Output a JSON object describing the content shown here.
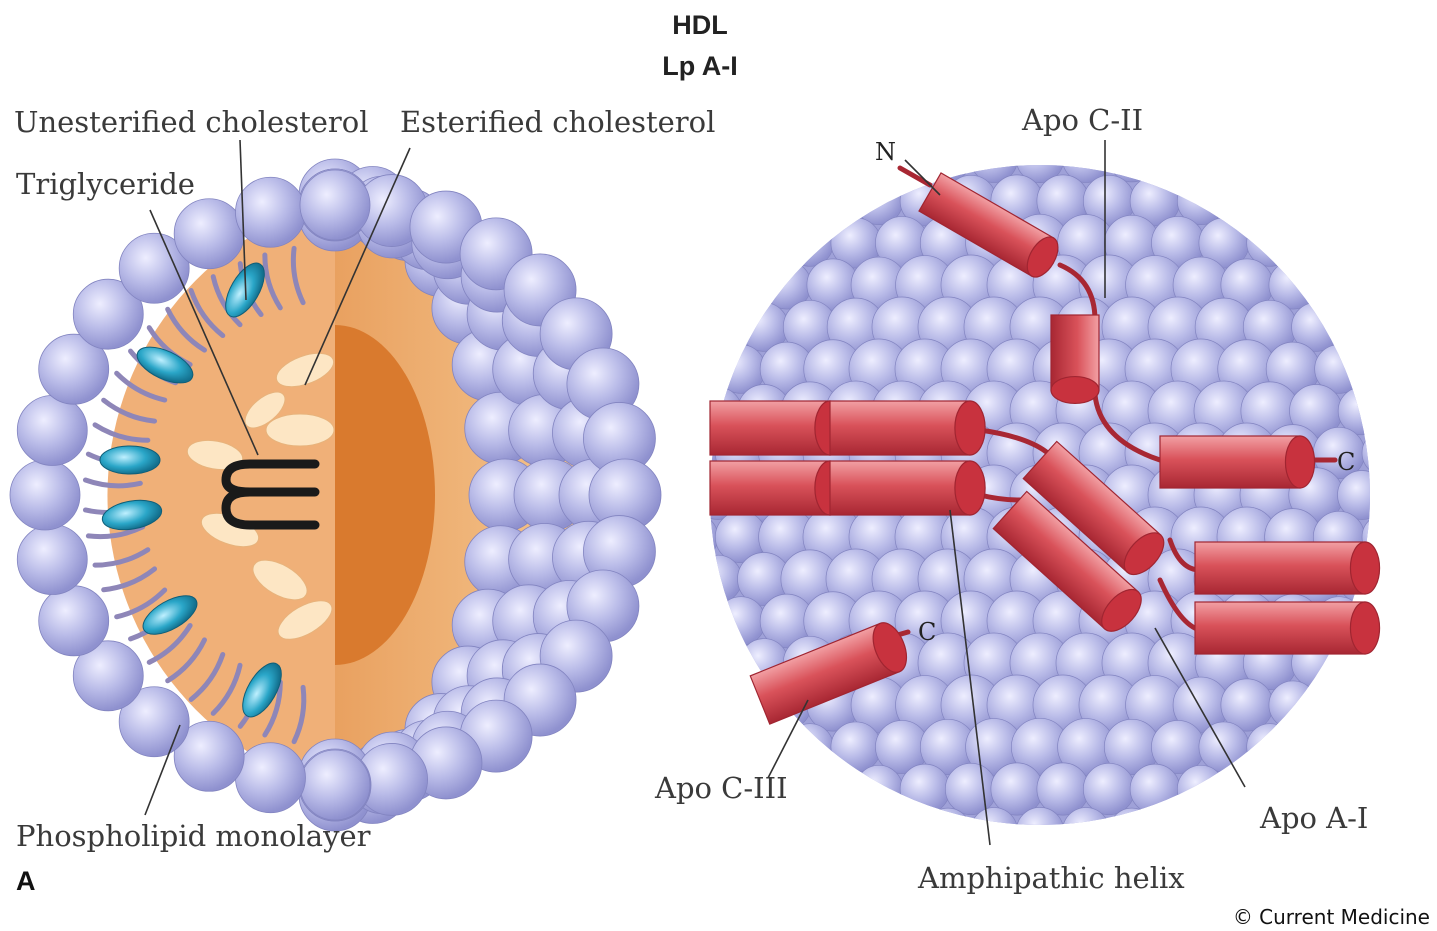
{
  "title": {
    "line1": "HDL",
    "line2": "Lp A-I"
  },
  "left_labels": {
    "unesterified": "Unesterified cholesterol",
    "esterified": "Esterified cholesterol",
    "triglyceride": "Triglyceride",
    "phospholipid": "Phospholipid monolayer",
    "panel": "A"
  },
  "right_labels": {
    "apo_c2": "Apo C-II",
    "apo_c3": "Apo C-III",
    "apo_a1": "Apo A-I",
    "amphipathic": "Amphipathic helix",
    "n_term": "N",
    "c_term_1": "C",
    "c_term_2": "C"
  },
  "credit": "© Current Medicine",
  "colors": {
    "sphere": "#b9bbe8",
    "sphere_dark": "#8a8cc8",
    "core": "#f0b078",
    "core_dark": "#d9772e",
    "helix": "#d9525a",
    "helix_dark": "#b02a35",
    "chol": "#2aa6c8"
  }
}
